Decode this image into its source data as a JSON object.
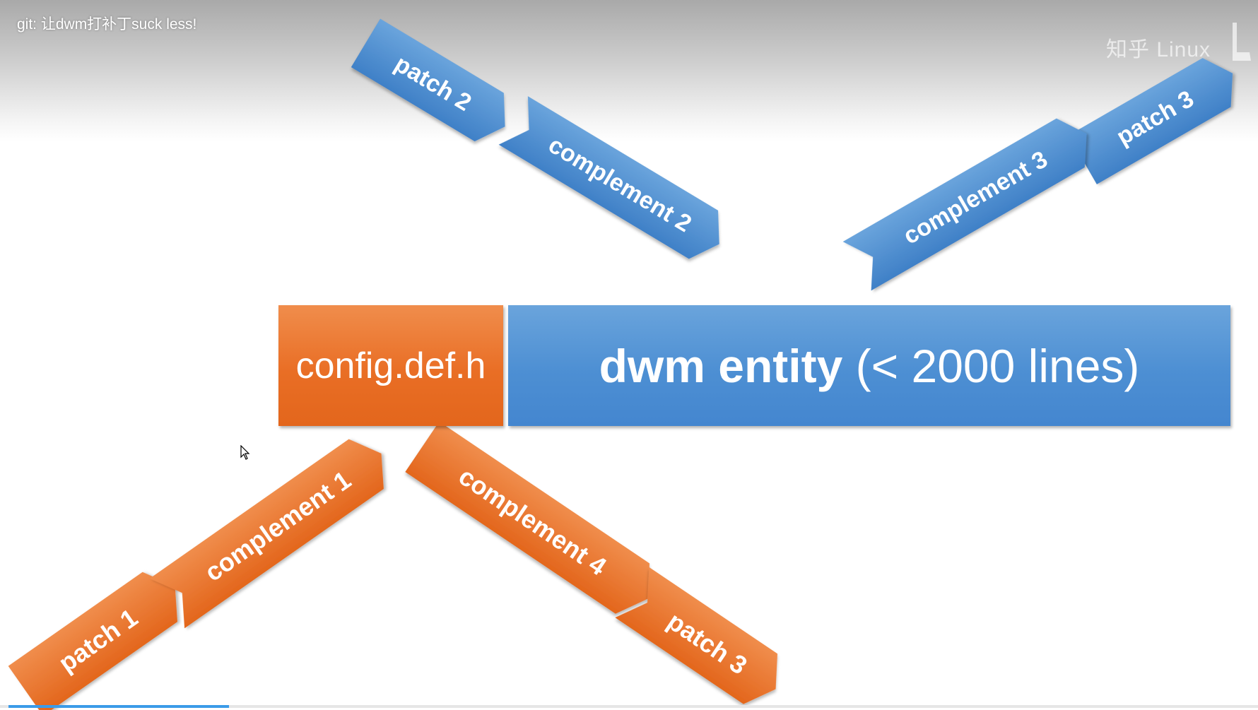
{
  "window": {
    "title": "git: 让dwm打补丁suck less!",
    "watermark": "知乎 Linux"
  },
  "diagram": {
    "config_box": {
      "label": "config.def.h",
      "color": "#e96e25"
    },
    "entity_box": {
      "label_bold": "dwm entity",
      "label_rest": " (< 2000 lines)",
      "color": "#4d8fd3"
    },
    "arrows": [
      {
        "id": "patch-2",
        "label": "patch 2",
        "color": "blue"
      },
      {
        "id": "complement-2",
        "label": "complement 2",
        "color": "blue"
      },
      {
        "id": "patch-3-top",
        "label": "patch 3",
        "color": "blue"
      },
      {
        "id": "complement-3",
        "label": "complement 3",
        "color": "blue"
      },
      {
        "id": "patch-1",
        "label": "patch 1",
        "color": "orange"
      },
      {
        "id": "complement-1",
        "label": "complement 1",
        "color": "orange"
      },
      {
        "id": "complement-4",
        "label": "complement 4",
        "color": "orange"
      },
      {
        "id": "patch-3-bottom",
        "label": "patch 3",
        "color": "orange"
      }
    ]
  },
  "player": {
    "progress": 0.175
  },
  "colors": {
    "blue_light": "#6aa4dc",
    "blue_dark": "#3f80c7",
    "orange_light": "#f08d4c",
    "orange_dark": "#e3661c"
  }
}
